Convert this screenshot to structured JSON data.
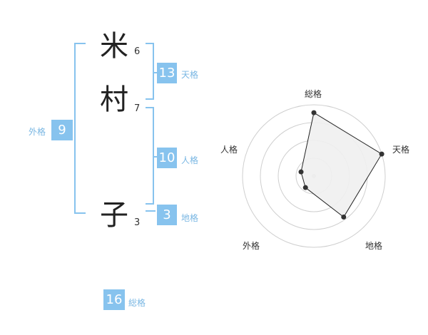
{
  "name": {
    "chars": [
      {
        "char": "米",
        "strokes": "6"
      },
      {
        "char": "村",
        "strokes": "7"
      },
      {
        "char": "子",
        "strokes": "3"
      }
    ]
  },
  "kakusu": {
    "tenkaku": {
      "value": "13",
      "label": "天格"
    },
    "jinkaku": {
      "value": "10",
      "label": "人格"
    },
    "chikaku": {
      "value": "3",
      "label": "地格"
    },
    "gaikaku": {
      "value": "9",
      "label": "外格"
    },
    "soukaku": {
      "value": "16",
      "label": "総格"
    }
  },
  "colors": {
    "accent": "#87c3ee",
    "label": "#7ab7e3"
  },
  "chart_data": {
    "type": "radar",
    "categories": [
      "総格",
      "天格",
      "地格",
      "外格",
      "人格"
    ],
    "values": [
      4,
      4.5,
      3.2,
      0.9,
      0.85
    ],
    "rmax": 4.5,
    "rings": 4,
    "grid": true
  }
}
